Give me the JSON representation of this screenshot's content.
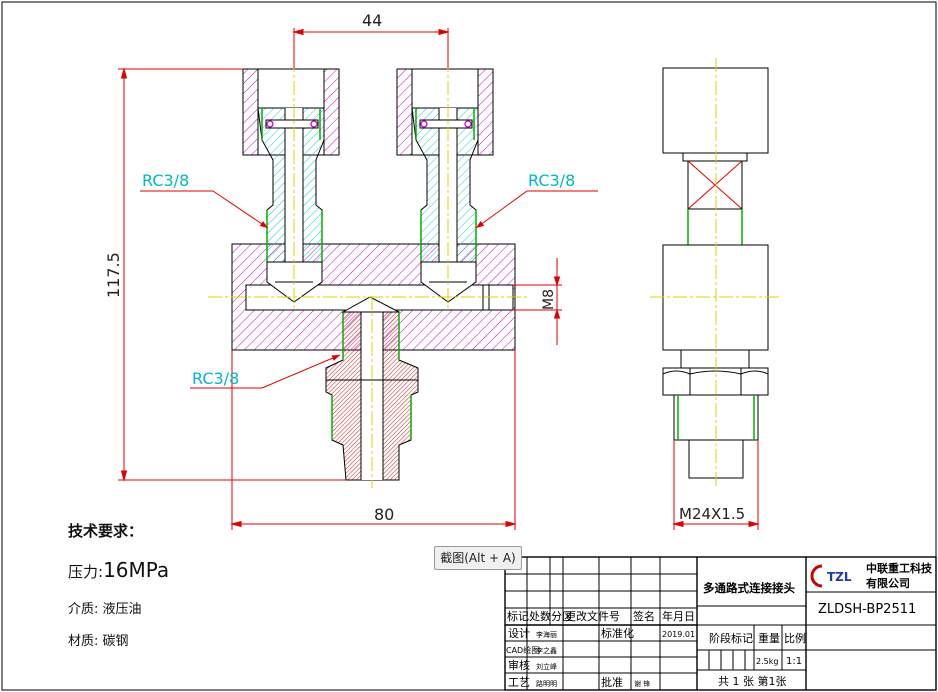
{
  "dimensions": {
    "top_spacing": "44",
    "height": "117.5",
    "width": "80",
    "thread_bottom": "M24X1.5",
    "hole": "M8"
  },
  "callouts": {
    "left_top": "RC3/8",
    "right_top": "RC3/8",
    "bottom": "RC3/8"
  },
  "notes": {
    "heading": "技术要求：",
    "pressure_label": "压力:",
    "pressure_value": "16MPa",
    "medium": "介质:  液压油",
    "material": "材质:  碳钢"
  },
  "screenshot_button": "截图(Alt + A)",
  "title_block": {
    "headers": [
      "标记",
      "处数",
      "分区",
      "更改文件号",
      "签名",
      "年月日"
    ],
    "rows": [
      {
        "role": "设计",
        "name": "李海丽",
        "extra": "标准化",
        "date": "2019.01"
      },
      {
        "role": "CAD绘图",
        "name": "李之鑫",
        "extra": "",
        "date": ""
      },
      {
        "role": "审核",
        "name": "刘立峰",
        "extra": "",
        "date": ""
      },
      {
        "role": "工艺",
        "name": "路明明",
        "extra": "批准",
        "date": "谢 锋"
      }
    ],
    "part_name": "多通路式连接接头",
    "stage_label": "阶段标记",
    "weight_label": "重量",
    "scale_label": "比例",
    "weight": "2.5kg",
    "scale": "1:1",
    "sheets": "共 1 张  第1张",
    "company_logo": "TZL",
    "company_name_line1": "中联重工科技",
    "company_name_line2": "有限公司",
    "drawing_number": "ZLDSH-BP2511"
  }
}
